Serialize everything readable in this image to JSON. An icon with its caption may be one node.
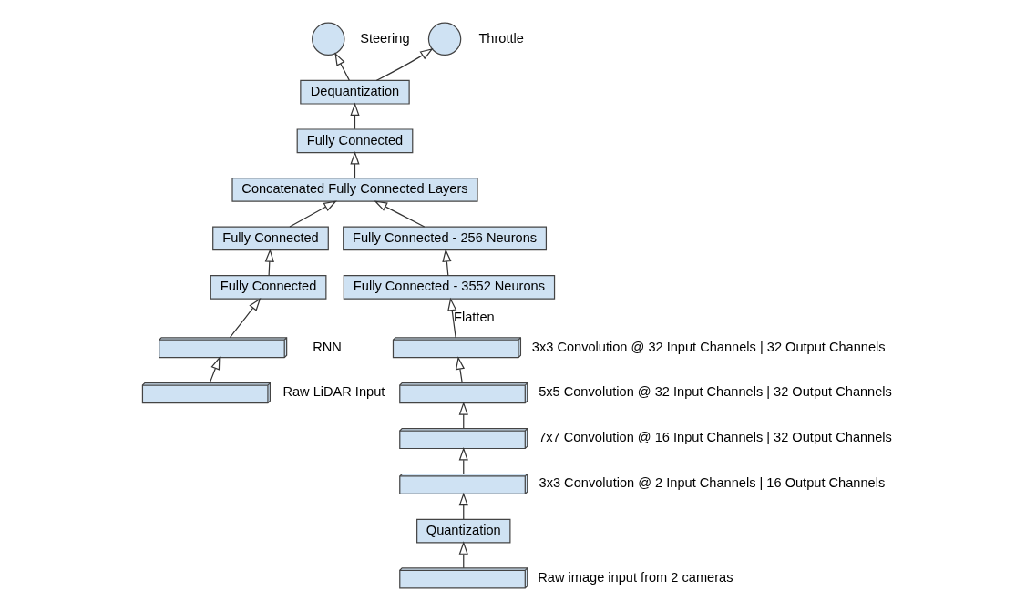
{
  "diagram": {
    "nodes": [
      {
        "text": [],
        "shape": "circle",
        "beside": [
          "Steering"
        ]
      },
      {
        "text": [],
        "shape": "circle",
        "beside": [
          "Throttle"
        ]
      },
      {
        "text": [
          "Dequantization"
        ]
      },
      {
        "text": [
          "Fully Connected"
        ]
      },
      {
        "text": [
          "Concatenated Fully Connected Layers"
        ]
      },
      {
        "text": [
          "Fully Connected"
        ]
      },
      {
        "text": [
          "Fully Connected - 256 Neurons"
        ]
      },
      {
        "text": [
          "Fully Connected"
        ]
      },
      {
        "text": [
          "Fully Connected - 3552 Neurons"
        ]
      },
      {
        "text": [],
        "shape": "stack",
        "beside": [
          "RNN"
        ]
      },
      {
        "text": [],
        "shape": "stack",
        "beside": [
          "Raw LiDAR Input"
        ]
      },
      {
        "text": [],
        "shape": "stack",
        "beside": [
          "3x3 Convolution @ 32 Input Channels | 32 Output Channels"
        ]
      },
      {
        "text": [],
        "shape": "stack",
        "beside": [
          "5x5 Convolution @ 32 Input Channels | 32 Output Channels"
        ]
      },
      {
        "text": [],
        "shape": "stack",
        "beside": [
          "7x7 Convolution @ 16 Input Channels | 32 Output Channels"
        ]
      },
      {
        "text": [],
        "shape": "stack",
        "beside": [
          "3x3 Convolution @ 2 Input Channels | 16 Output Channels"
        ]
      },
      {
        "text": [
          "Quantization"
        ]
      },
      {
        "text": [],
        "shape": "stack",
        "beside": [
          "Raw image input from 2 cameras"
        ]
      }
    ],
    "edges": [
      {
        "from": 10,
        "to": 9,
        "arrow": "to"
      },
      {
        "from": 9,
        "to": 7,
        "arrow": "to"
      },
      {
        "from": 7,
        "to": 5,
        "arrow": "to"
      },
      {
        "from": 5,
        "to": 4,
        "arrow": "to"
      },
      {
        "from": 16,
        "to": 15,
        "arrow": "to"
      },
      {
        "from": 15,
        "to": 14,
        "arrow": "to"
      },
      {
        "from": 14,
        "to": 13,
        "arrow": "to"
      },
      {
        "from": 13,
        "to": 12,
        "arrow": "to"
      },
      {
        "from": 12,
        "to": 11,
        "arrow": "to"
      },
      {
        "from": 11,
        "to": 8,
        "arrow": "to",
        "label": "Flatten"
      },
      {
        "from": 8,
        "to": 6,
        "arrow": "to"
      },
      {
        "from": 6,
        "to": 4,
        "arrow": "to"
      },
      {
        "from": 4,
        "to": 3,
        "arrow": "to"
      },
      {
        "from": 3,
        "to": 2,
        "arrow": "to"
      },
      {
        "from": 2,
        "to": 0,
        "arrow": "to"
      },
      {
        "from": 2,
        "to": 1,
        "arrow": "to"
      }
    ]
  }
}
